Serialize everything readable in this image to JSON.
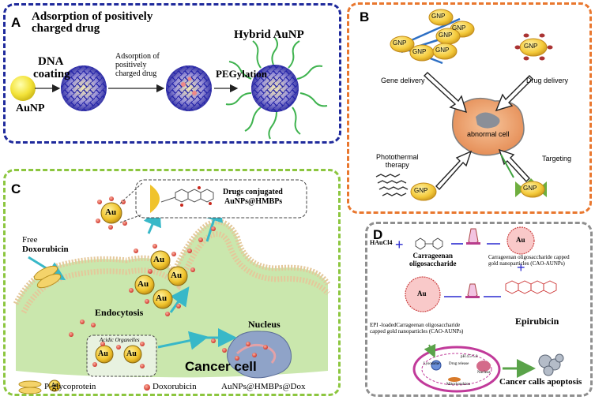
{
  "panelA": {
    "letter": "A",
    "title_line1": "Adsorption of positively",
    "title_line2": "charged drug",
    "dna_coating_line1": "DNA",
    "dna_coating_line2": "coating",
    "aunp": "AuNP",
    "adsorption_line1": "Adsorption of",
    "adsorption_line2": "positively",
    "adsorption_line3": "charged drug",
    "pegylation": "PEGylation",
    "hybrid": "Hybrid AuNP"
  },
  "panelB": {
    "letter": "B",
    "gnp": "GNP",
    "gene_delivery": "Gene delivery",
    "drug_delivery": "Drug delivery",
    "abnormal_cell": "abnormal cell",
    "photothermal_line1": "Photothermal",
    "photothermal_line2": "therapy",
    "targeting": "Targeting"
  },
  "panelC": {
    "letter": "C",
    "au": "Au",
    "drugs_line1": "Drugs conjugated",
    "drugs_line2": "AuNPs@HMBPs",
    "free_line1": "Free",
    "free_line2": "Doxorubicin",
    "endocytosis": "Endocytosis",
    "nucleus": "Nucleus",
    "acidic": "Acidic Organelles",
    "cancer_cell": "Cancer cell",
    "legend_pgp": "P-glycoprotein",
    "legend_dox": "Doxorubicin",
    "legend_aunp": "AuNPs@HMBPs@Dox"
  },
  "panelD": {
    "letter": "D",
    "haucl4": "HAuCl4",
    "carrageenan_line1": "Carrageenan",
    "carrageenan_line2": "oligosaccharide",
    "au": "Au",
    "cao_line1": "Carrageenan oligosaccharide capped",
    "cao_line2": "gold nanoparticles (CAO-AUNPs)",
    "epirubicin": "Epirubicin",
    "epi_line1": "EPI -loadedCarrageenan oligosaccharide",
    "epi_line2": "capped gold nanoparticles (CAO-AUNPs)",
    "ph": "pH 4.5-5.0",
    "lysosome": "Lysosome",
    "drug_release": "Drug release",
    "nucleus": "Nucleus",
    "mitochondrion": "Mitochondrion",
    "apoptosis": "Cancer calls apoptosis"
  }
}
